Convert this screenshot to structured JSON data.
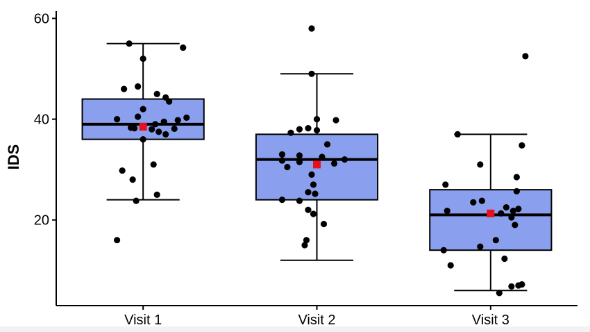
{
  "chart_data": {
    "type": "boxplot",
    "title": "",
    "xlabel": "",
    "ylabel": "IDS",
    "ylim": [
      3,
      62
    ],
    "yticks": [
      20,
      40,
      60
    ],
    "grid": false,
    "legend": "none",
    "categories": [
      "Visit 1",
      "Visit 2",
      "Visit 3"
    ],
    "colors": {
      "box_fill": "#8aa0ee",
      "outline": "#000000",
      "mean_marker": "#e8101c",
      "point": "#000000"
    },
    "boxes": [
      {
        "category": "Visit 1",
        "whisker_low": 24,
        "q1": 36,
        "median": 39,
        "q3": 44,
        "whisker_high": 55,
        "mean": 38.5
      },
      {
        "category": "Visit 2",
        "whisker_low": 12,
        "q1": 24,
        "median": 32,
        "q3": 37,
        "whisker_high": 49,
        "mean": 31
      },
      {
        "category": "Visit 3",
        "whisker_low": 6,
        "q1": 14,
        "median": 21,
        "q3": 26,
        "whisker_high": 37,
        "mean": 21.3
      }
    ],
    "points": [
      [
        {
          "x": 0.92,
          "y": 55
        },
        {
          "x": 1.23,
          "y": 54.2
        },
        {
          "x": 1.0,
          "y": 52
        },
        {
          "x": 0.97,
          "y": 46.5
        },
        {
          "x": 0.89,
          "y": 46
        },
        {
          "x": 1.08,
          "y": 45
        },
        {
          "x": 1.13,
          "y": 44.3
        },
        {
          "x": 1.15,
          "y": 43.5
        },
        {
          "x": 1.0,
          "y": 42
        },
        {
          "x": 0.97,
          "y": 40.5
        },
        {
          "x": 0.85,
          "y": 40
        },
        {
          "x": 1.25,
          "y": 40.3
        },
        {
          "x": 1.12,
          "y": 39.5
        },
        {
          "x": 1.2,
          "y": 39.8
        },
        {
          "x": 1.07,
          "y": 39
        },
        {
          "x": 0.95,
          "y": 38.2
        },
        {
          "x": 1.18,
          "y": 38.1
        },
        {
          "x": 1.05,
          "y": 38
        },
        {
          "x": 1.09,
          "y": 37.5
        },
        {
          "x": 0.93,
          "y": 38.3
        },
        {
          "x": 1.13,
          "y": 37
        },
        {
          "x": 1.0,
          "y": 36
        },
        {
          "x": 1.06,
          "y": 31
        },
        {
          "x": 0.88,
          "y": 29.8
        },
        {
          "x": 0.94,
          "y": 28
        },
        {
          "x": 1.08,
          "y": 25
        },
        {
          "x": 0.96,
          "y": 23.8
        },
        {
          "x": 0.85,
          "y": 16
        }
      ],
      [
        {
          "x": 1.97,
          "y": 58
        },
        {
          "x": 1.97,
          "y": 49
        },
        {
          "x": 2.0,
          "y": 40
        },
        {
          "x": 2.11,
          "y": 39.8
        },
        {
          "x": 1.95,
          "y": 38.2
        },
        {
          "x": 1.9,
          "y": 38
        },
        {
          "x": 2.0,
          "y": 37.8
        },
        {
          "x": 1.85,
          "y": 37.3
        },
        {
          "x": 2.06,
          "y": 35
        },
        {
          "x": 1.8,
          "y": 33
        },
        {
          "x": 1.9,
          "y": 32.8
        },
        {
          "x": 2.03,
          "y": 32.5
        },
        {
          "x": 2.16,
          "y": 32
        },
        {
          "x": 1.8,
          "y": 31.8
        },
        {
          "x": 1.9,
          "y": 31.5
        },
        {
          "x": 2.1,
          "y": 31.2
        },
        {
          "x": 1.83,
          "y": 30.5
        },
        {
          "x": 1.97,
          "y": 29
        },
        {
          "x": 1.98,
          "y": 27
        },
        {
          "x": 1.95,
          "y": 25.5
        },
        {
          "x": 1.99,
          "y": 25.2
        },
        {
          "x": 1.8,
          "y": 24
        },
        {
          "x": 1.9,
          "y": 23.8
        },
        {
          "x": 1.95,
          "y": 22
        },
        {
          "x": 1.98,
          "y": 21.2
        },
        {
          "x": 2.04,
          "y": 19.2
        },
        {
          "x": 1.94,
          "y": 16
        },
        {
          "x": 1.93,
          "y": 15
        }
      ],
      [
        {
          "x": 3.2,
          "y": 52.5
        },
        {
          "x": 2.81,
          "y": 37
        },
        {
          "x": 3.18,
          "y": 34.8
        },
        {
          "x": 2.94,
          "y": 31
        },
        {
          "x": 3.15,
          "y": 28.5
        },
        {
          "x": 2.74,
          "y": 27
        },
        {
          "x": 3.15,
          "y": 25.7
        },
        {
          "x": 2.95,
          "y": 23.8
        },
        {
          "x": 2.9,
          "y": 23.5
        },
        {
          "x": 3.09,
          "y": 22.5
        },
        {
          "x": 3.16,
          "y": 22.2
        },
        {
          "x": 3.13,
          "y": 21.8
        },
        {
          "x": 2.75,
          "y": 21.8
        },
        {
          "x": 3.06,
          "y": 21.3
        },
        {
          "x": 3.12,
          "y": 20.5
        },
        {
          "x": 3.14,
          "y": 19
        },
        {
          "x": 3.03,
          "y": 16
        },
        {
          "x": 2.94,
          "y": 14.7
        },
        {
          "x": 2.73,
          "y": 14
        },
        {
          "x": 3.08,
          "y": 12.3
        },
        {
          "x": 2.77,
          "y": 11
        },
        {
          "x": 3.16,
          "y": 7
        },
        {
          "x": 3.12,
          "y": 6.8
        },
        {
          "x": 3.05,
          "y": 5.5
        },
        {
          "x": 3.18,
          "y": 7.2
        }
      ]
    ]
  }
}
